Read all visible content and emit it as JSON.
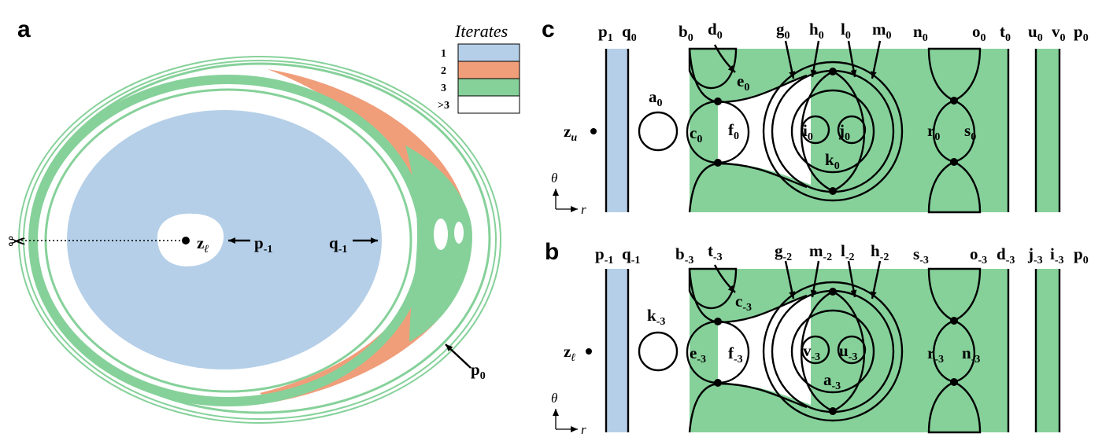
{
  "colors": {
    "blue": "#b5cfe8",
    "orange": "#f09d79",
    "green": "#86d19a",
    "white": "#ffffff",
    "ink": "#000000"
  },
  "panels": {
    "a": "a",
    "b": "b",
    "c": "c"
  },
  "legend": {
    "title": "Iterates",
    "items": [
      {
        "label": "1",
        "color": "#b5cfe8"
      },
      {
        "label": "2",
        "color": "#f09d79"
      },
      {
        "label": "3",
        "color": "#86d19a"
      },
      {
        "label": ">3",
        "color": "#ffffff"
      }
    ]
  },
  "panel_a": {
    "labels": [
      {
        "name": "z-l",
        "main": "z",
        "sub": "ℓ"
      },
      {
        "name": "p-minus1",
        "main": "p",
        "sub": "-1"
      },
      {
        "name": "q-minus1",
        "main": "q",
        "sub": "-1"
      },
      {
        "name": "p0",
        "main": "p",
        "sub": "0"
      }
    ],
    "scissors": "✂"
  },
  "panel_c": {
    "top_labels": [
      {
        "main": "p",
        "sub": "1"
      },
      {
        "main": "q",
        "sub": "0"
      },
      {
        "main": "b",
        "sub": "0"
      },
      {
        "main": "d",
        "sub": "0"
      },
      {
        "main": "g",
        "sub": "0"
      },
      {
        "main": "h",
        "sub": "0"
      },
      {
        "main": "l",
        "sub": "0"
      },
      {
        "main": "m",
        "sub": "0"
      },
      {
        "main": "n",
        "sub": "0"
      },
      {
        "main": "o",
        "sub": "0"
      },
      {
        "main": "t",
        "sub": "0"
      },
      {
        "main": "u",
        "sub": "0"
      },
      {
        "main": "v",
        "sub": "0"
      },
      {
        "main": "p",
        "sub": "0"
      }
    ],
    "inner_labels": [
      {
        "main": "a",
        "sub": "0"
      },
      {
        "main": "e",
        "sub": "0"
      },
      {
        "main": "c",
        "sub": "0"
      },
      {
        "main": "f",
        "sub": "0"
      },
      {
        "main": "i",
        "sub": "0"
      },
      {
        "main": "j",
        "sub": "0"
      },
      {
        "main": "k",
        "sub": "0"
      },
      {
        "main": "r",
        "sub": "0"
      },
      {
        "main": "s",
        "sub": "0"
      }
    ],
    "z_label": {
      "main": "z",
      "sub": "u"
    },
    "axes": {
      "theta": "θ",
      "r": "r"
    }
  },
  "panel_b": {
    "top_labels": [
      {
        "main": "p",
        "sub": "-1"
      },
      {
        "main": "q",
        "sub": "-1"
      },
      {
        "main": "b",
        "sub": "-3"
      },
      {
        "main": "t",
        "sub": "-3"
      },
      {
        "main": "g",
        "sub": "-2"
      },
      {
        "main": "m",
        "sub": "-2"
      },
      {
        "main": "l",
        "sub": "-2"
      },
      {
        "main": "h",
        "sub": "-2"
      },
      {
        "main": "s",
        "sub": "-3"
      },
      {
        "main": "o",
        "sub": "-3"
      },
      {
        "main": "d",
        "sub": "-3"
      },
      {
        "main": "j",
        "sub": "-3"
      },
      {
        "main": "i",
        "sub": "-3"
      },
      {
        "main": "p",
        "sub": "0"
      }
    ],
    "inner_labels": [
      {
        "main": "k",
        "sub": "-3"
      },
      {
        "main": "c",
        "sub": "-3"
      },
      {
        "main": "e",
        "sub": "-3"
      },
      {
        "main": "f",
        "sub": "-3"
      },
      {
        "main": "v",
        "sub": "-3"
      },
      {
        "main": "u",
        "sub": "-3"
      },
      {
        "main": "a",
        "sub": "-3"
      },
      {
        "main": "r",
        "sub": "-3"
      },
      {
        "main": "n",
        "sub": "-3"
      }
    ],
    "z_label": {
      "main": "z",
      "sub": "ℓ"
    },
    "axes": {
      "theta": "θ",
      "r": "r"
    }
  }
}
